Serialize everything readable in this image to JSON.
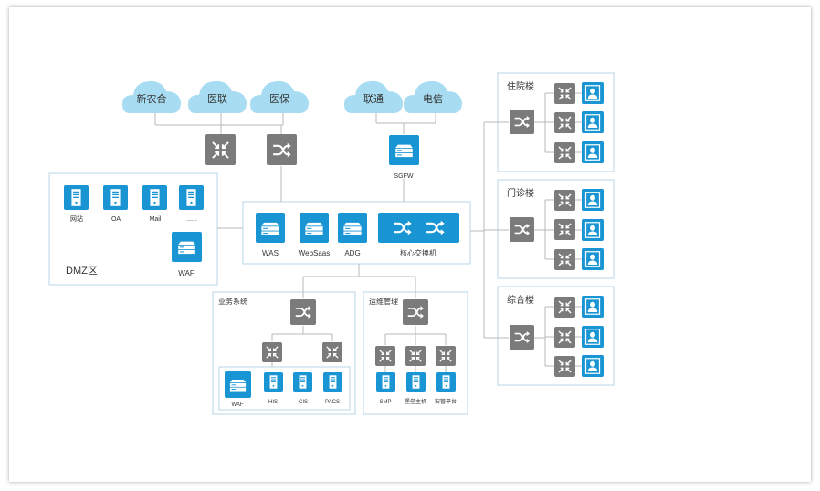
{
  "clouds": {
    "xinnonghe": "新农合",
    "yilian": "医联",
    "yibao": "医保",
    "liantong": "联通",
    "dianxin": "电信"
  },
  "sgfw_label": "SGFW",
  "dmz": {
    "title": "DMZ区",
    "servers": {
      "wangzhan": "网站",
      "oa": "OA",
      "mail": "Mail",
      "more": "......"
    },
    "waf_label": "WAF"
  },
  "core": {
    "was": "WAS",
    "websaas": "WebSaas",
    "adg": "ADG",
    "switch_label": "核心交换机"
  },
  "business": {
    "title": "业务系统",
    "waf": "WAF",
    "his": "HIS",
    "cis": "CIS",
    "pacs": "PACS"
  },
  "ops": {
    "title": "运维管理",
    "smp": "SMP",
    "bastion": "堡垒主机",
    "security_platform": "安管平台"
  },
  "buildings": {
    "inpatient": "住院楼",
    "outpatient": "门诊楼",
    "general": "综合楼"
  },
  "colors": {
    "blue": "#1a95d3",
    "gray": "#7b7b7b",
    "cloud": "#a8dcf2",
    "line": "#b9b9b9",
    "box_border": "#b8d4ea"
  }
}
